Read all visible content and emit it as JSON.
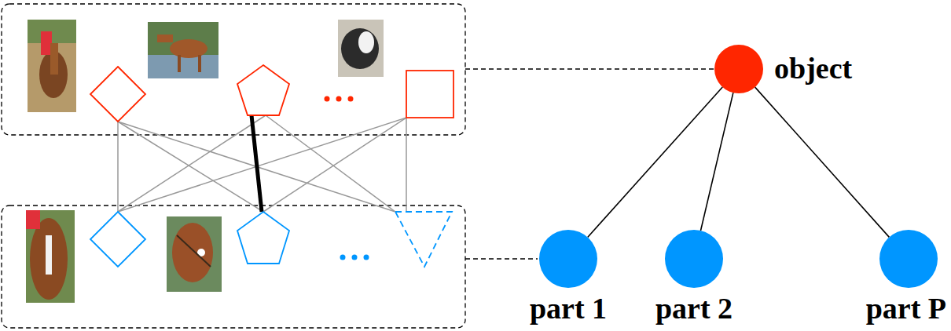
{
  "diagram": {
    "nodes": [
      {
        "text": [
          "object"
        ]
      },
      {
        "text": [
          "part 1"
        ]
      },
      {
        "text": [
          "part 2"
        ]
      },
      {
        "text": [
          "part P"
        ]
      }
    ],
    "edges": [
      {
        "from": 0,
        "to": 1,
        "arrow": "none"
      },
      {
        "from": 0,
        "to": 2,
        "arrow": "none"
      },
      {
        "from": 0,
        "to": 3,
        "arrow": "none"
      }
    ]
  }
}
